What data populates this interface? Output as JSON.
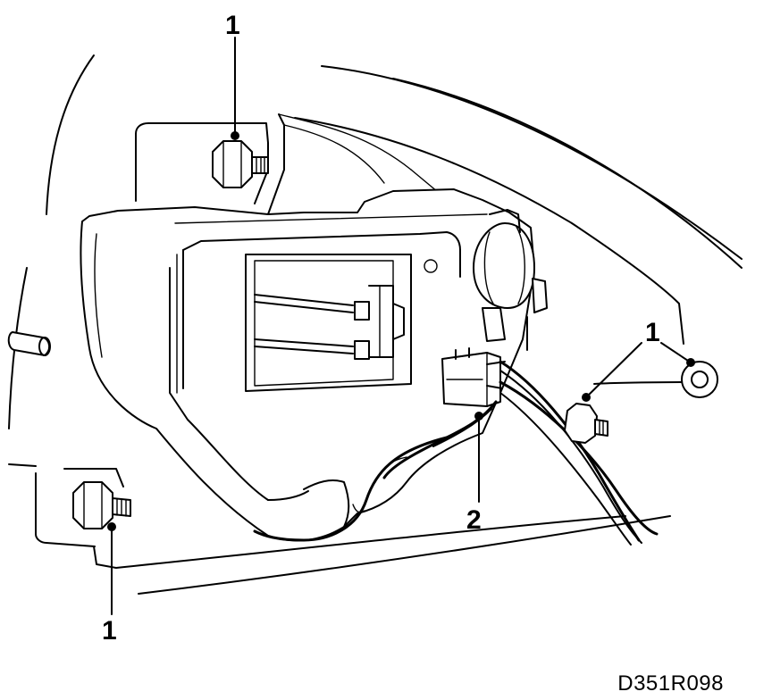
{
  "callouts": {
    "top_bolt": "1",
    "right_nut": "1",
    "bottom_bolt": "1",
    "connector": "2"
  },
  "figure_code": "D351R098"
}
